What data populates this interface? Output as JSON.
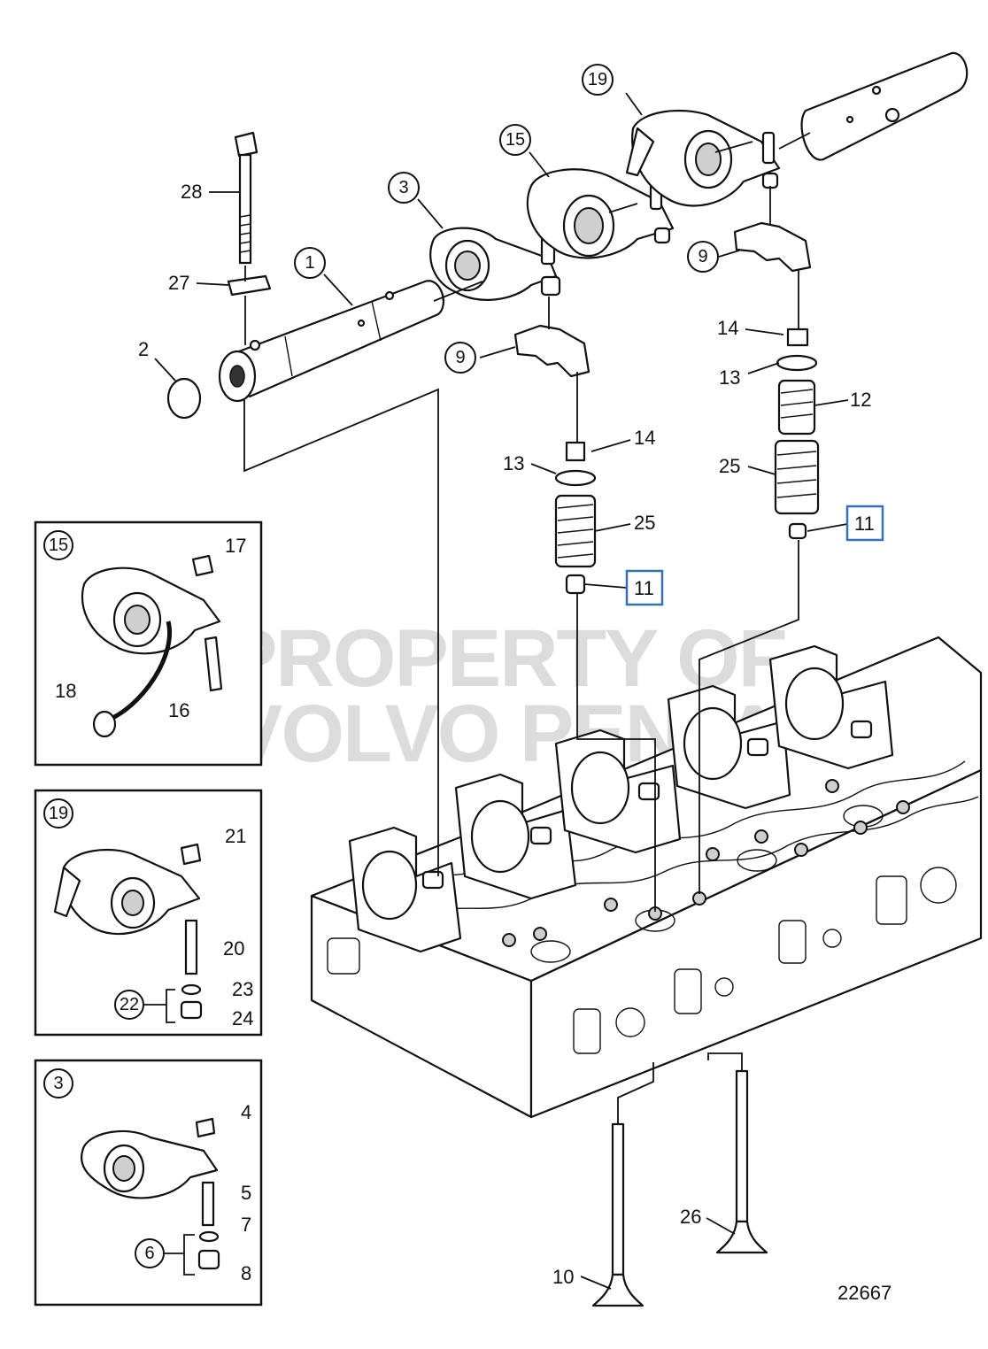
{
  "diagram": {
    "drawing_number": "22667",
    "watermark_line1": "PROPERTY OF",
    "watermark_line2": "VOLVO PENTA",
    "highlight_color": "#3a6fb0",
    "callouts": {
      "c1": "1",
      "c2": "2",
      "c3": "3",
      "c9a": "9",
      "c9b": "9",
      "c10": "10",
      "c11a": "11",
      "c11b": "11",
      "c12": "12",
      "c13a": "13",
      "c13b": "13",
      "c14a": "14",
      "c14b": "14",
      "c15": "15",
      "c19": "19",
      "c25a": "25",
      "c25b": "25",
      "c26": "26",
      "c27": "27",
      "c28": "28"
    },
    "insets": {
      "inset15": {
        "id": "15",
        "labels": {
          "a": "17",
          "b": "18",
          "c": "16"
        }
      },
      "inset19": {
        "id": "19",
        "group": "22",
        "labels": {
          "a": "21",
          "b": "20",
          "c": "23",
          "d": "24"
        }
      },
      "inset3": {
        "id": "3",
        "group": "6",
        "labels": {
          "a": "4",
          "b": "5",
          "c": "7",
          "d": "8"
        }
      }
    }
  }
}
